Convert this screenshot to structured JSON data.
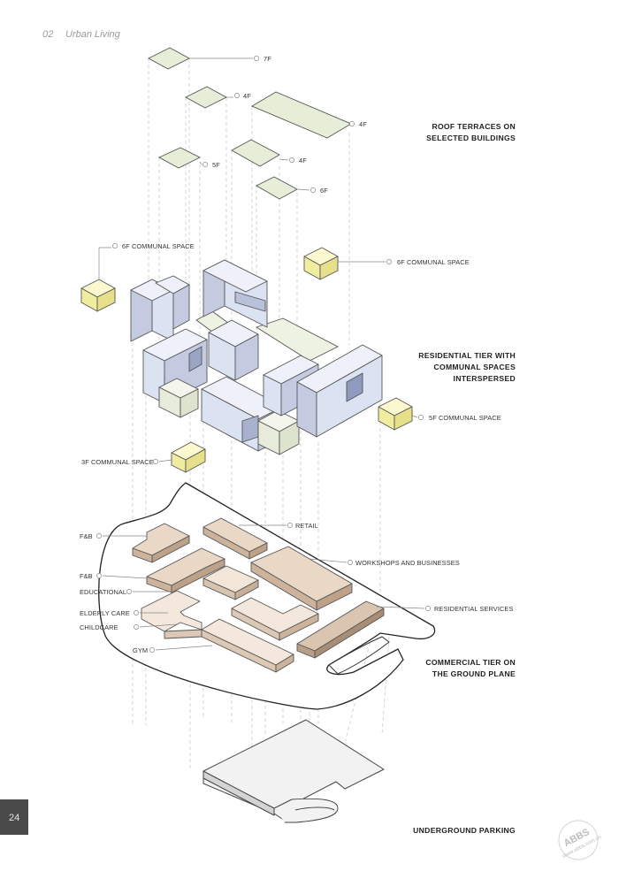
{
  "header": {
    "chapter": "02",
    "title": "Urban Living"
  },
  "page_number": "24",
  "colors": {
    "roof": "#e7eed7",
    "residential": "#dfe6f4",
    "communal": "#f6f2b6",
    "commercial_light": "#f4e8dc",
    "commercial_mid": "#ead8c6",
    "commercial_dark": "#d9c5b0",
    "parking": "#eeeeee",
    "footer": "#4a4a4a"
  },
  "roof_labels": [
    "7F",
    "4F",
    "4F",
    "5F",
    "4F",
    "6F"
  ],
  "residential_labels": [
    "6F COMMUNAL SPACE",
    "6F COMMUNAL SPACE",
    "5F COMMUNAL SPACE",
    "3F COMMUNAL SPACE"
  ],
  "commercial_labels": [
    "F&B",
    "RETAIL",
    "WORKSHOPS AND BUSINESSES",
    "F&B",
    "EDUCATIONAL",
    "RESIDENTIAL SERVICES",
    "ELDERLY CARE",
    "CHILDCARE",
    "GYM"
  ],
  "tiers": {
    "roof": [
      "ROOF TERRACES ON",
      "SELECTED BUILDINGS"
    ],
    "residential": [
      "RESIDENTIAL TIER WITH",
      "COMMUNAL SPACES",
      "INTERSPERSED"
    ],
    "commercial": [
      "COMMERCIAL TIER ON",
      "THE GROUND PLANE"
    ],
    "parking": [
      "UNDERGROUND PARKING"
    ]
  },
  "watermark": {
    "line1": "ABBS",
    "line2": "www.abbs.com.cn"
  }
}
